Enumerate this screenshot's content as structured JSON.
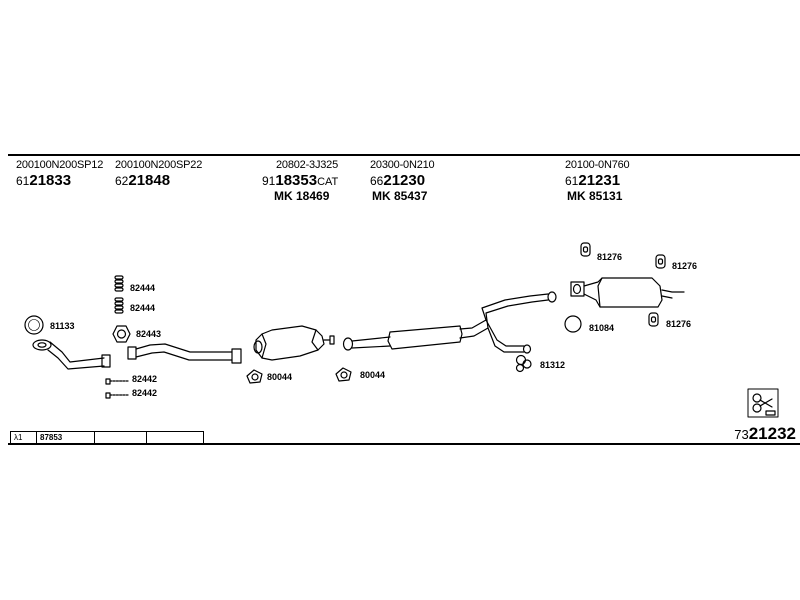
{
  "references": [
    {
      "oe": "200100N200SP12",
      "prefix": "61",
      "number": "21833",
      "suffix": "",
      "mk": ""
    },
    {
      "oe": "200100N200SP22",
      "prefix": "62",
      "number": "21848",
      "suffix": "",
      "mk": ""
    },
    {
      "oe": "20802-3J325",
      "prefix": "91",
      "number": "18353",
      "suffix": "CAT",
      "mk": "MK  18469"
    },
    {
      "oe": "20300-0N210",
      "prefix": "66",
      "number": "21230",
      "suffix": "",
      "mk": "MK  85437"
    },
    {
      "oe": "20100-0N760",
      "prefix": "61",
      "number": "21231",
      "suffix": "",
      "mk": "MK  85131"
    }
  ],
  "part_labels": {
    "p82444a": "82444",
    "p82444b": "82444",
    "p82443": "82443",
    "p81133": "81133",
    "p82442a": "82442",
    "p82442b": "82442",
    "p80044a": "80044",
    "p80044b": "80044",
    "p81276a": "81276",
    "p81276b": "81276",
    "p81276c": "81276",
    "p81084": "81084",
    "p81312": "81312"
  },
  "info_bar": {
    "lambda": "λ1",
    "code": "87853",
    "cell3": "",
    "cell4": ""
  },
  "diagram_number": {
    "prefix": "73",
    "number": "21232"
  }
}
